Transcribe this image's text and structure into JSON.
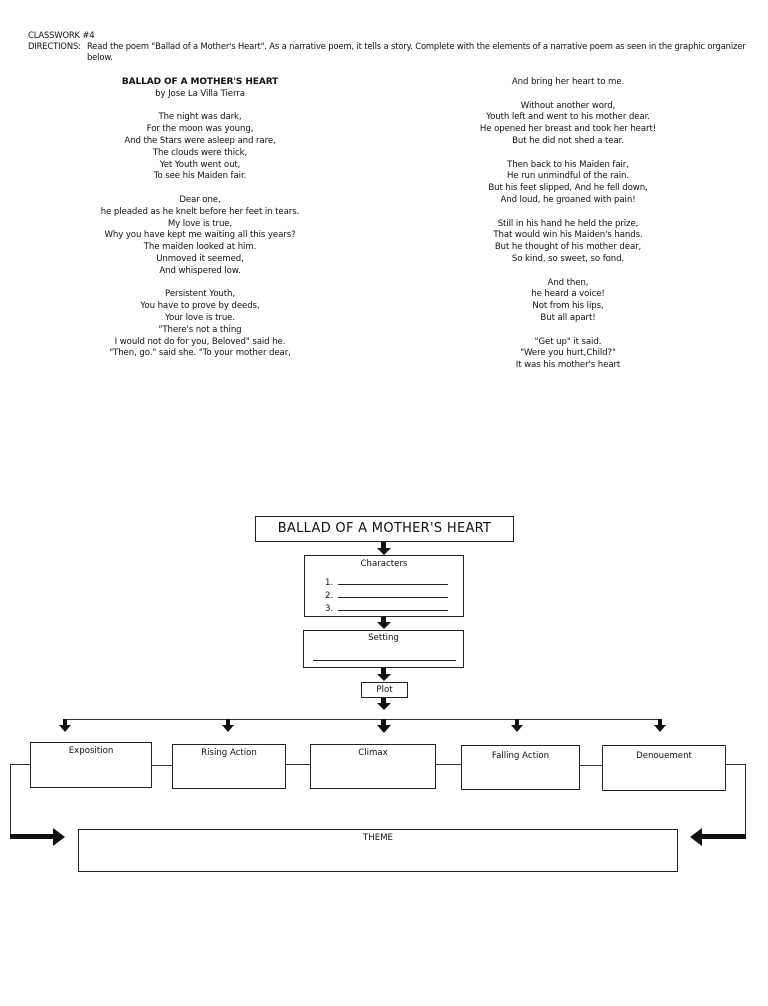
{
  "header": {
    "classwork": "CLASSWORK #4",
    "directions_label": "DIRECTIONS:",
    "directions_text_1": "Read the poem \"Ballad of a Mother's Heart\". As a narrative poem, it tells a story. Complete with the elements of a narrative poem as seen in the graphic organizer",
    "directions_text_2": "below."
  },
  "poem": {
    "title": "BALLAD OF A MOTHER'S HEART",
    "author": "by Jose La Villa Tierra",
    "left_stanzas": [
      [
        "The night was dark,",
        "For the moon was young,",
        "And the Stars were asleep and rare,",
        "The clouds were thick,",
        "Yet Youth went out,",
        "To see his Maiden fair."
      ],
      [
        "Dear one,",
        "he pleaded as he knelt before her feet in tears.",
        "My love is true,",
        "Why you have kept me waiting all this years?",
        "The maiden looked at him.",
        "Unmoved it seemed,",
        "And whispered low."
      ],
      [
        "Persistent Youth,",
        "You have to prove by deeds,",
        "Your love is true.",
        "\"There's not a thing",
        "I would not do for you, Beloved\" said he.",
        "\"Then, go.\" said she. \"To your mother dear,"
      ]
    ],
    "right_stanzas": [
      [
        "And bring her heart to me."
      ],
      [
        "Without another word,",
        "Youth left and went to his mother dear.",
        "He opened her breast and took her heart!",
        "But he did not shed a tear."
      ],
      [
        "Then back to his Maiden fair,",
        "He run unmindful of the rain.",
        "But his feet slipped, And he fell down,",
        "And loud, he groaned with pain!"
      ],
      [
        "Still in his hand he held the prize,",
        "That would win his Maiden's hands.",
        "But he thought of his mother dear,",
        "So kind, so sweet, so fond."
      ],
      [
        "And then,",
        "he heard a voice!",
        "Not from his lips,",
        "But all apart!"
      ],
      [
        "\"Get up\" it said.",
        "\"Were you hurt,Child?\"",
        "It was his mother's heart"
      ]
    ]
  },
  "organizer": {
    "title": "BALLAD OF A MOTHER'S HEART",
    "characters_label": "Characters",
    "character_numbers": [
      "1.",
      "2.",
      "3."
    ],
    "setting_label": "Setting",
    "plot_label": "Plot",
    "plot_elements": [
      "Exposition",
      "Rising Action",
      "Climax",
      "Falling Action",
      "Denouement"
    ],
    "theme_label": "THEME"
  }
}
